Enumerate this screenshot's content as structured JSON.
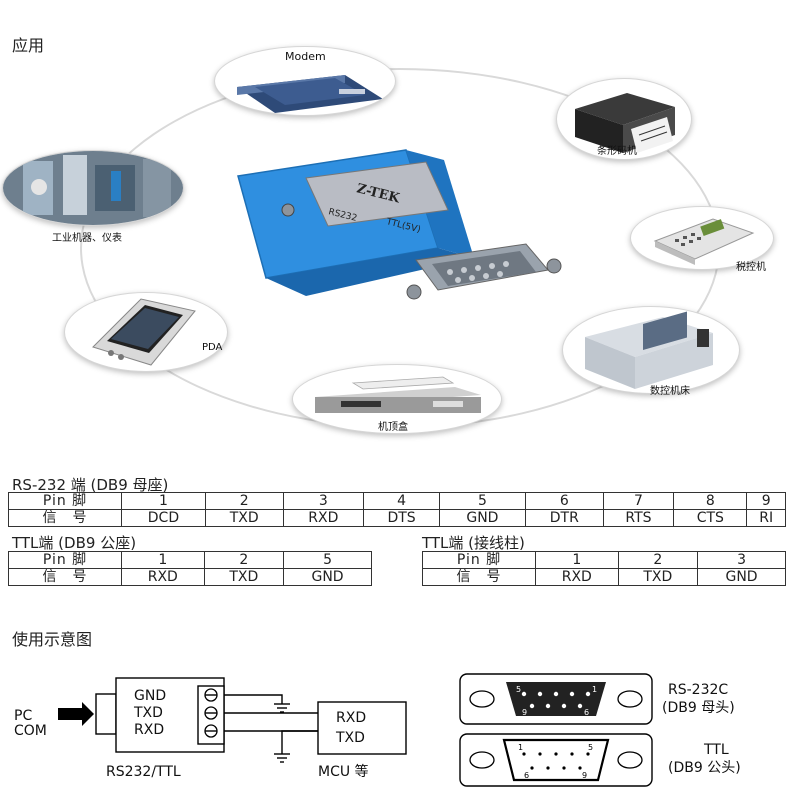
{
  "sections": {
    "application": "应用",
    "usage": "使用示意图"
  },
  "product": {
    "brand": "Z-TEK",
    "left_label": "RS232",
    "right_label": "TTL(5V)"
  },
  "devices": [
    {
      "key": "modem",
      "label": "Modem"
    },
    {
      "key": "barcode",
      "label": "条形码机"
    },
    {
      "key": "tax",
      "label": "税控机"
    },
    {
      "key": "cnc",
      "label": "数控机床"
    },
    {
      "key": "settop",
      "label": "机顶盒"
    },
    {
      "key": "pda",
      "label": "PDA"
    },
    {
      "key": "industrial",
      "label": "工业机器、仪表"
    }
  ],
  "rs232_table": {
    "title": "RS-232 端 (DB9 母座)",
    "row1_label": "Pin 脚",
    "row2_label": "信　号",
    "pins": [
      "1",
      "2",
      "3",
      "4",
      "5",
      "6",
      "7",
      "8",
      "9"
    ],
    "signals": [
      "DCD",
      "TXD",
      "RXD",
      "DTS",
      "GND",
      "DTR",
      "RTS",
      "CTS",
      "RI"
    ]
  },
  "ttl_db9_table": {
    "title": "TTL端 (DB9 公座)",
    "row1_label": "Pin 脚",
    "row2_label": "信　号",
    "pins": [
      "1",
      "2",
      "5"
    ],
    "signals": [
      "RXD",
      "TXD",
      "GND"
    ]
  },
  "ttl_terminal_table": {
    "title": "TTL端 (接线柱)",
    "row1_label": "Pin 脚",
    "row2_label": "信　号",
    "pins": [
      "1",
      "2",
      "3"
    ],
    "signals": [
      "RXD",
      "TXD",
      "GND"
    ]
  },
  "wiring": {
    "pc_line1": "PC",
    "pc_line2": "COM",
    "gnd": "GND",
    "txd": "TXD",
    "rxd": "RXD",
    "converter_label": "RS232/TTL",
    "mcu_rxd": "RXD",
    "mcu_txd": "TXD",
    "mcu_label": "MCU 等"
  },
  "connectors": {
    "female_label1": "RS-232C",
    "female_label2": "(DB9 母头)",
    "male_label1": "TTL",
    "male_label2": "(DB9 公头)",
    "female_pins": {
      "tl": "5",
      "tr": "1",
      "bl": "9",
      "br": "6"
    },
    "male_pins": {
      "tl": "1",
      "tr": "5",
      "bl": "6",
      "br": "9"
    }
  },
  "colors": {
    "adapter_blue": "#2f8fe0",
    "metal": "#9aa3ad",
    "label_plate": "#b9bcc4"
  }
}
